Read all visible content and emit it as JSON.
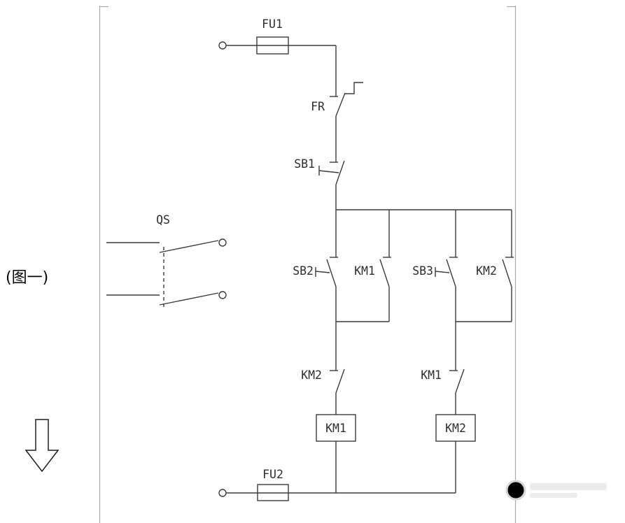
{
  "page": {
    "caption": "(图一)"
  },
  "diagram": {
    "labels": {
      "fu1": "FU1",
      "fr": "FR",
      "sb1": "SB1",
      "qs": "QS",
      "sb2": "SB2",
      "km1_aux": "KM1",
      "sb3": "SB3",
      "km2_aux": "KM2",
      "km2_interlock": "KM2",
      "km1_interlock": "KM1",
      "km1_coil": "KM1",
      "km2_coil": "KM2",
      "fu2": "FU2"
    }
  }
}
